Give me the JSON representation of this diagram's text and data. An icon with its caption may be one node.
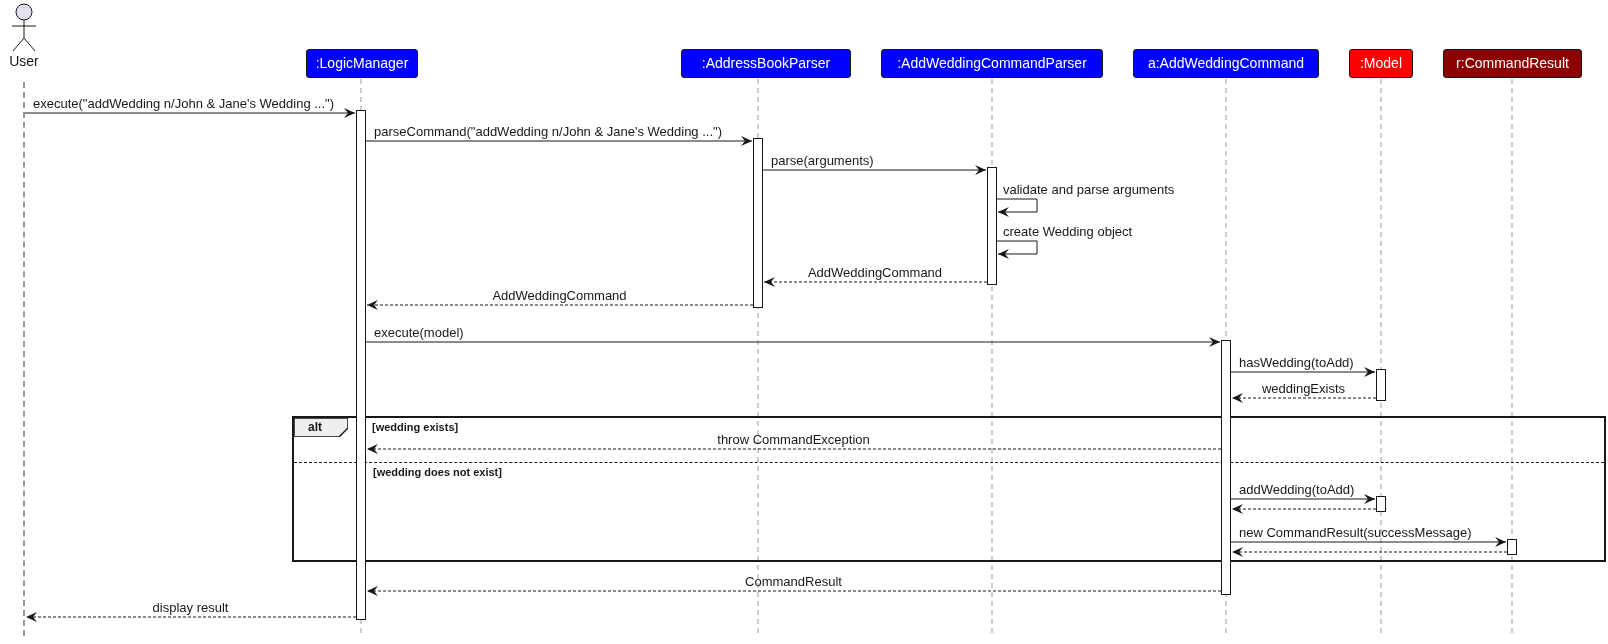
{
  "diagram": {
    "nodes": [
      {
        "text": [
          "User"
        ]
      },
      {
        "text": [
          ":LogicManager"
        ]
      },
      {
        "text": [
          ":AddressBookParser"
        ]
      },
      {
        "text": [
          ":AddWeddingCommandParser"
        ]
      },
      {
        "text": [
          "a:AddWeddingCommand"
        ]
      },
      {
        "text": [
          ":Model"
        ]
      },
      {
        "text": [
          "r:CommandResult"
        ]
      },
      {
        "text": [],
        "shape": "line"
      },
      {
        "text": [],
        "shape": "bar"
      },
      {
        "text": [],
        "shape": "bar"
      },
      {
        "text": [],
        "shape": "bar"
      },
      {
        "text": [],
        "shape": "bar"
      },
      {
        "text": [],
        "shape": "bar"
      },
      {
        "text": [
          "alt",
          "[wedding exists]",
          "[wedding does not exist]"
        ]
      },
      {
        "text": [],
        "shape": "bar",
        "in": 13
      },
      {
        "text": [],
        "shape": "bar",
        "in": 13
      }
    ],
    "edges": [
      {
        "from": 7,
        "to": 8,
        "arrow": "to",
        "label": "execute(\"addWedding n/John & Jane's Wedding ...\")"
      },
      {
        "from": 8,
        "to": 9,
        "arrow": "to",
        "label": "parseCommand(\"addWedding n/John & Jane's Wedding ...\")"
      },
      {
        "from": 9,
        "to": 10,
        "arrow": "to",
        "label": "parse(arguments)"
      },
      {
        "from": 10,
        "to": 10,
        "arrow": "to",
        "label": "validate and parse arguments"
      },
      {
        "from": 10,
        "to": 10,
        "arrow": "to",
        "label": "create Wedding object"
      },
      {
        "from": 10,
        "to": 9,
        "arrow": "to",
        "label": "AddWeddingCommand",
        "style": "dashed"
      },
      {
        "from": 9,
        "to": 8,
        "arrow": "to",
        "label": "AddWeddingCommand",
        "style": "dashed"
      },
      {
        "from": 8,
        "to": 11,
        "arrow": "to",
        "label": "execute(model)"
      },
      {
        "from": 11,
        "to": 12,
        "arrow": "to",
        "label": "hasWedding(toAdd)"
      },
      {
        "from": 12,
        "to": 11,
        "arrow": "to",
        "label": "weddingExists",
        "style": "dashed"
      },
      {
        "from": 11,
        "to": 8,
        "arrow": "to",
        "label": "throw CommandException",
        "style": "dashed"
      },
      {
        "from": 11,
        "to": 14,
        "arrow": "to",
        "label": "addWedding(toAdd)"
      },
      {
        "from": 14,
        "to": 11,
        "arrow": "to",
        "style": "dashed"
      },
      {
        "from": 11,
        "to": 15,
        "arrow": "to",
        "label": "new CommandResult(successMessage)"
      },
      {
        "from": 15,
        "to": 11,
        "arrow": "to",
        "style": "dashed"
      },
      {
        "from": 11,
        "to": 8,
        "arrow": "to",
        "label": "CommandResult",
        "style": "dashed"
      },
      {
        "from": 8,
        "to": 7,
        "arrow": "to",
        "label": "display result",
        "style": "dashed"
      }
    ]
  }
}
